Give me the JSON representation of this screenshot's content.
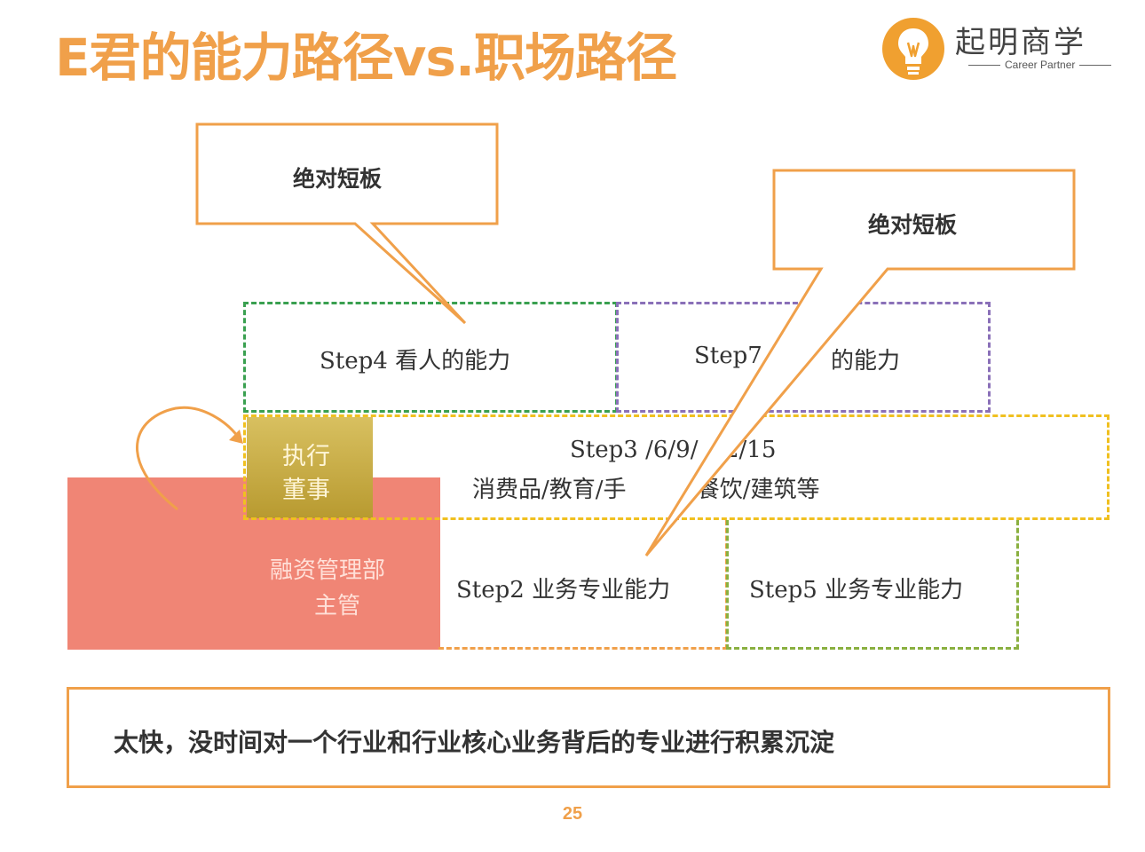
{
  "title": "E君的能力路径vs.职场路径",
  "logo": {
    "name": "起明商学",
    "subtitle": "Career Partner",
    "icon": "lightbulb-icon"
  },
  "callouts": [
    {
      "text": "绝对短板"
    },
    {
      "text": "绝对短板"
    }
  ],
  "steps": {
    "step4": "Step4 看人的能力",
    "step7_left": "Step7",
    "step7_right": "的能力",
    "step3_line1": "Step3 /6/9/",
    "step3_line1_end": "2/15",
    "step3_line2_a": "消费品/教育/手",
    "step3_line2_b": "/餐饮/建筑等",
    "step2": "Step2 业务专业能力",
    "step5": "Step5 业务专业能力"
  },
  "roles": {
    "executive_line1": "执行",
    "executive_line2": "董事",
    "manager_line1": "融资管理部",
    "manager_line2": "主管"
  },
  "conclusion": "太快，没时间对一个行业和行业核心业务背后的专业进行积累沉淀",
  "page_number": "25",
  "colors": {
    "accent": "#f0a04a",
    "callout_border": "#f0a04a",
    "green_dash": "#3aa050",
    "purple_dash": "#8a70b8",
    "yellow_dash": "#f0c020",
    "orange_dash": "#f0a04a",
    "lime_dash": "#8ab040",
    "salmon": "#f08575",
    "gold": "#c8b040"
  }
}
